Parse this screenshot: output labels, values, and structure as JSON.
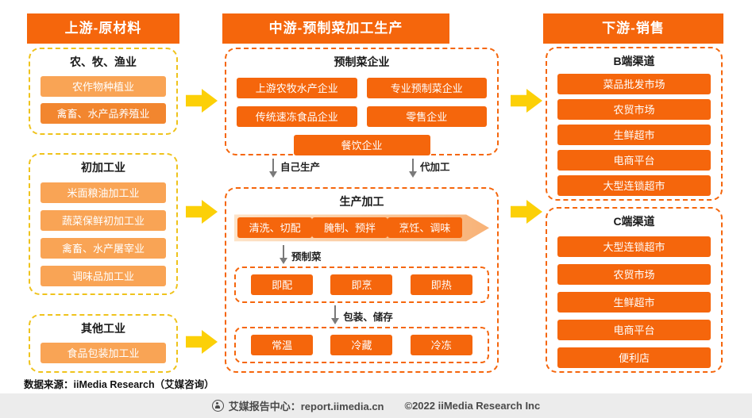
{
  "upstream": {
    "header": "上游-原材料",
    "groups": [
      {
        "title": "农、牧、渔业",
        "items": [
          "农作物种植业",
          "禽畜、水产品养殖业"
        ]
      },
      {
        "title": "初加工业",
        "items": [
          "米面粮油加工业",
          "蔬菜保鲜初加工业",
          "禽畜、水产屠宰业",
          "调味品加工业"
        ]
      },
      {
        "title": "其他工业",
        "items": [
          "食品包装加工业"
        ]
      }
    ]
  },
  "midstream": {
    "header": "中游-预制菜加工生产",
    "enterprises": {
      "title": "预制菜企业",
      "items": [
        "上游农牧水产企业",
        "专业预制菜企业",
        "传统速冻食品企业",
        "零售企业",
        "餐饮企业"
      ]
    },
    "branch_labels": {
      "self_produce": "自己生产",
      "oem": "代加工"
    },
    "processing": {
      "title": "生产加工",
      "steps": [
        "清洗、切配",
        "腌制、预拌",
        "烹饪、调味"
      ],
      "premade_label": "预制菜",
      "ready_types": [
        "即配",
        "即烹",
        "即热"
      ],
      "package_label": "包装、储存",
      "storage_types": [
        "常温",
        "冷藏",
        "冷冻"
      ]
    }
  },
  "downstream": {
    "header": "下游-销售",
    "groups": [
      {
        "title": "B端渠道",
        "items": [
          "菜品批发市场",
          "农贸市场",
          "生鲜超市",
          "电商平台",
          "大型连锁超市"
        ]
      },
      {
        "title": "C端渠道",
        "items": [
          "大型连锁超市",
          "农贸市场",
          "生鲜超市",
          "电商平台",
          "便利店"
        ]
      }
    ]
  },
  "footer": {
    "source": "数据来源：iiMedia Research（艾媒咨询）",
    "brand": "艾媒报告中心：report.iimedia.cn",
    "copyright": "©2022  iiMedia Research Inc"
  },
  "colors": {
    "orange": "#F5660C",
    "light_orange": "#F9A455",
    "mid_orange": "#F2862F",
    "dashed_yellow": "#EFC31C",
    "arrow_yellow": "#FCD007"
  }
}
